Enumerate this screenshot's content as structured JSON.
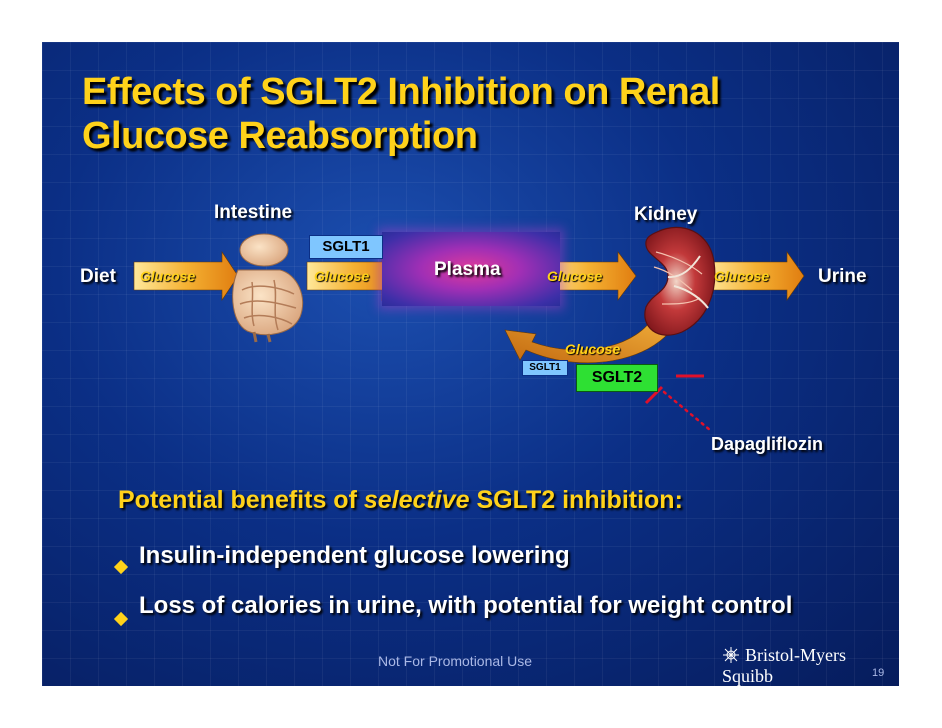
{
  "title_line1": "Effects of SGLT2 Inhibition on Renal",
  "title_line2": "Glucose Reabsorption",
  "diagram": {
    "intestine_label": "Intestine",
    "kidney_label": "Kidney",
    "diet_label": "Diet",
    "urine_label": "Urine",
    "plasma_label": "Plasma",
    "sglt1_label": "SGLT1",
    "sglt1_small_label": "SGLT1",
    "sglt2_label": "SGLT2",
    "dapagliflozin_label": "Dapagliflozin",
    "glucose_labels": [
      "Glucose",
      "Glucose",
      "Glucose",
      "Glucose",
      "Glucose"
    ]
  },
  "benefits": {
    "heading_prefix": "Potential benefits of",
    "heading_emphasis": "selective",
    "heading_suffix": "SGLT2 inhibition:",
    "items": [
      "Insulin-independent glucose lowering",
      "Loss of calories in urine, with potential for weight control"
    ]
  },
  "footer_text": "Not For Promotional Use",
  "logo_text": "Bristol-Myers Squibb",
  "page_number": "19",
  "colors": {
    "title": "#ffd21a",
    "background": "#0b2f86",
    "sglt1": "#7fc6ff",
    "sglt2": "#2ee033",
    "arrow": "#f5a623",
    "inhibitor": "#e0102a"
  }
}
